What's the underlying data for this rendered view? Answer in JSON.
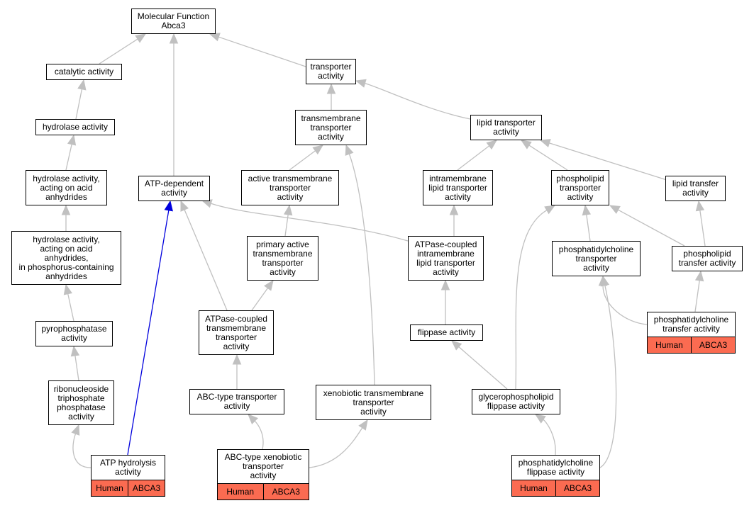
{
  "colors": {
    "edge": "#c0c0c0",
    "highlight_edge": "#0000dd",
    "gene_cell": "#fb6b51",
    "border": "#000000"
  },
  "nodes": [
    {
      "id": "mf",
      "label": "Molecular Function\nAbca3"
    },
    {
      "id": "catalytic",
      "label": "catalytic activity"
    },
    {
      "id": "transporter",
      "label": "transporter\nactivity"
    },
    {
      "id": "hydrolase",
      "label": "hydrolase activity"
    },
    {
      "id": "tm_transporter",
      "label": "transmembrane\ntransporter\nactivity"
    },
    {
      "id": "lipid_transporter",
      "label": "lipid transporter\nactivity"
    },
    {
      "id": "hydro_anhydrides",
      "label": "hydrolase activity,\nacting on acid\nanhydrides"
    },
    {
      "id": "atp_dependent",
      "label": "ATP-dependent\nactivity"
    },
    {
      "id": "active_tm",
      "label": "active transmembrane\ntransporter\nactivity"
    },
    {
      "id": "intramembrane",
      "label": "intramembrane\nlipid transporter\nactivity"
    },
    {
      "id": "phospholipid_transporter",
      "label": "phospholipid\ntransporter\nactivity"
    },
    {
      "id": "lipid_transfer",
      "label": "lipid transfer\nactivity"
    },
    {
      "id": "hydro_phosphorus",
      "label": "hydrolase activity,\nacting on acid\nanhydrides,\nin phosphorus-containing\nanhydrides"
    },
    {
      "id": "primary_active",
      "label": "primary active\ntransmembrane\ntransporter\nactivity"
    },
    {
      "id": "atpase_intramembrane",
      "label": "ATPase-coupled\nintramembrane\nlipid transporter\nactivity"
    },
    {
      "id": "pc_transporter",
      "label": "phosphatidylcholine\ntransporter\nactivity"
    },
    {
      "id": "phospholipid_transfer",
      "label": "phospholipid\ntransfer activity"
    },
    {
      "id": "pyrophosphatase",
      "label": "pyrophosphatase\nactivity"
    },
    {
      "id": "atpase_tm",
      "label": "ATPase-coupled\ntransmembrane\ntransporter\nactivity"
    },
    {
      "id": "flippase",
      "label": "flippase activity"
    },
    {
      "id": "pc_transfer",
      "label": "phosphatidylcholine\ntransfer activity",
      "genes": [
        "Human",
        "ABCA3"
      ]
    },
    {
      "id": "ribonucleoside",
      "label": "ribonucleoside\ntriphosphate\nphosphatase\nactivity"
    },
    {
      "id": "abc_transporter",
      "label": "ABC-type transporter\nactivity"
    },
    {
      "id": "xenobiotic_tm",
      "label": "xenobiotic transmembrane\ntransporter\nactivity"
    },
    {
      "id": "glycero_flippase",
      "label": "glycerophospholipid\nflippase activity"
    },
    {
      "id": "atp_hydrolysis",
      "label": "ATP hydrolysis\nactivity",
      "genes": [
        "Human",
        "ABCA3"
      ]
    },
    {
      "id": "abc_xenobiotic",
      "label": "ABC-type xenobiotic\ntransporter\nactivity",
      "genes": [
        "Human",
        "ABCA3"
      ]
    },
    {
      "id": "pc_flippase",
      "label": "phosphatidylcholine\nflippase activity",
      "genes": [
        "Human",
        "ABCA3"
      ]
    }
  ],
  "edges": [
    {
      "from": "catalytic",
      "to": "mf"
    },
    {
      "from": "transporter",
      "to": "mf"
    },
    {
      "from": "atp_dependent",
      "to": "mf"
    },
    {
      "from": "hydrolase",
      "to": "catalytic"
    },
    {
      "from": "hydro_anhydrides",
      "to": "hydrolase"
    },
    {
      "from": "hydro_phosphorus",
      "to": "hydro_anhydrides"
    },
    {
      "from": "pyrophosphatase",
      "to": "hydro_phosphorus"
    },
    {
      "from": "ribonucleoside",
      "to": "pyrophosphatase"
    },
    {
      "from": "atp_hydrolysis",
      "to": "ribonucleoside"
    },
    {
      "from": "atp_hydrolysis",
      "to": "atp_dependent",
      "highlight": true
    },
    {
      "from": "tm_transporter",
      "to": "transporter"
    },
    {
      "from": "lipid_transporter",
      "to": "transporter"
    },
    {
      "from": "active_tm",
      "to": "tm_transporter"
    },
    {
      "from": "xenobiotic_tm",
      "to": "tm_transporter"
    },
    {
      "from": "primary_active",
      "to": "active_tm"
    },
    {
      "from": "atpase_tm",
      "to": "primary_active"
    },
    {
      "from": "atpase_tm",
      "to": "atp_dependent"
    },
    {
      "from": "abc_transporter",
      "to": "atpase_tm"
    },
    {
      "from": "abc_xenobiotic",
      "to": "abc_transporter"
    },
    {
      "from": "abc_xenobiotic",
      "to": "xenobiotic_tm"
    },
    {
      "from": "intramembrane",
      "to": "lipid_transporter"
    },
    {
      "from": "phospholipid_transporter",
      "to": "lipid_transporter"
    },
    {
      "from": "lipid_transfer",
      "to": "lipid_transporter"
    },
    {
      "from": "atpase_intramembrane",
      "to": "intramembrane"
    },
    {
      "from": "atpase_intramembrane",
      "to": "atp_dependent"
    },
    {
      "from": "flippase",
      "to": "atpase_intramembrane"
    },
    {
      "from": "glycero_flippase",
      "to": "flippase"
    },
    {
      "from": "glycero_flippase",
      "to": "phospholipid_transporter"
    },
    {
      "from": "pc_flippase",
      "to": "glycero_flippase"
    },
    {
      "from": "pc_flippase",
      "to": "pc_transporter"
    },
    {
      "from": "pc_transporter",
      "to": "phospholipid_transporter"
    },
    {
      "from": "phospholipid_transfer",
      "to": "phospholipid_transporter"
    },
    {
      "from": "phospholipid_transfer",
      "to": "lipid_transfer"
    },
    {
      "from": "pc_transfer",
      "to": "pc_transporter"
    },
    {
      "from": "pc_transfer",
      "to": "phospholipid_transfer"
    }
  ]
}
